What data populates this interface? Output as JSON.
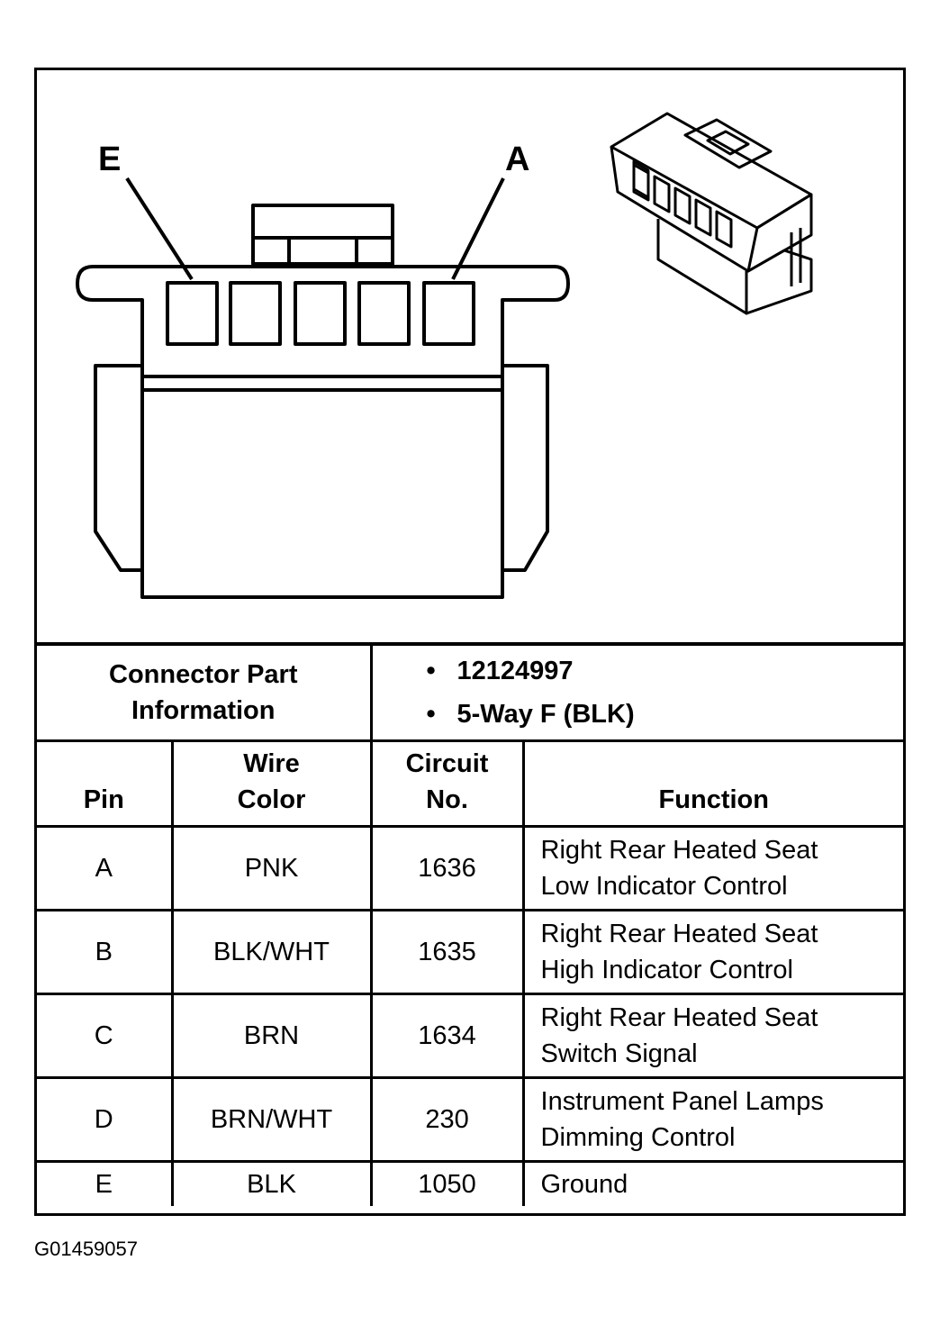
{
  "diagram": {
    "pin_label_left": "E",
    "pin_label_right": "A"
  },
  "connector_info": {
    "label_line1": "Connector Part",
    "label_line2": "Information",
    "part_number": "12124997",
    "description": "5-Way F (BLK)"
  },
  "table": {
    "headers": {
      "pin": "Pin",
      "wire_color_line1": "Wire",
      "wire_color_line2": "Color",
      "circuit_line1": "Circuit",
      "circuit_line2": "No.",
      "function": "Function"
    },
    "rows": [
      {
        "pin": "A",
        "wire": "PNK",
        "circuit": "1636",
        "func_line1": "Right Rear Heated Seat",
        "func_line2": "Low Indicator Control"
      },
      {
        "pin": "B",
        "wire": "BLK/WHT",
        "circuit": "1635",
        "func_line1": "Right Rear Heated Seat",
        "func_line2": "High Indicator Control"
      },
      {
        "pin": "C",
        "wire": "BRN",
        "circuit": "1634",
        "func_line1": "Right Rear Heated Seat",
        "func_line2": "Switch Signal"
      },
      {
        "pin": "D",
        "wire": "BRN/WHT",
        "circuit": "230",
        "func_line1": "Instrument Panel Lamps",
        "func_line2": "Dimming Control"
      },
      {
        "pin": "E",
        "wire": "BLK",
        "circuit": "1050",
        "func_line1": "Ground",
        "func_line2": ""
      }
    ]
  },
  "figure_id": "G01459057"
}
